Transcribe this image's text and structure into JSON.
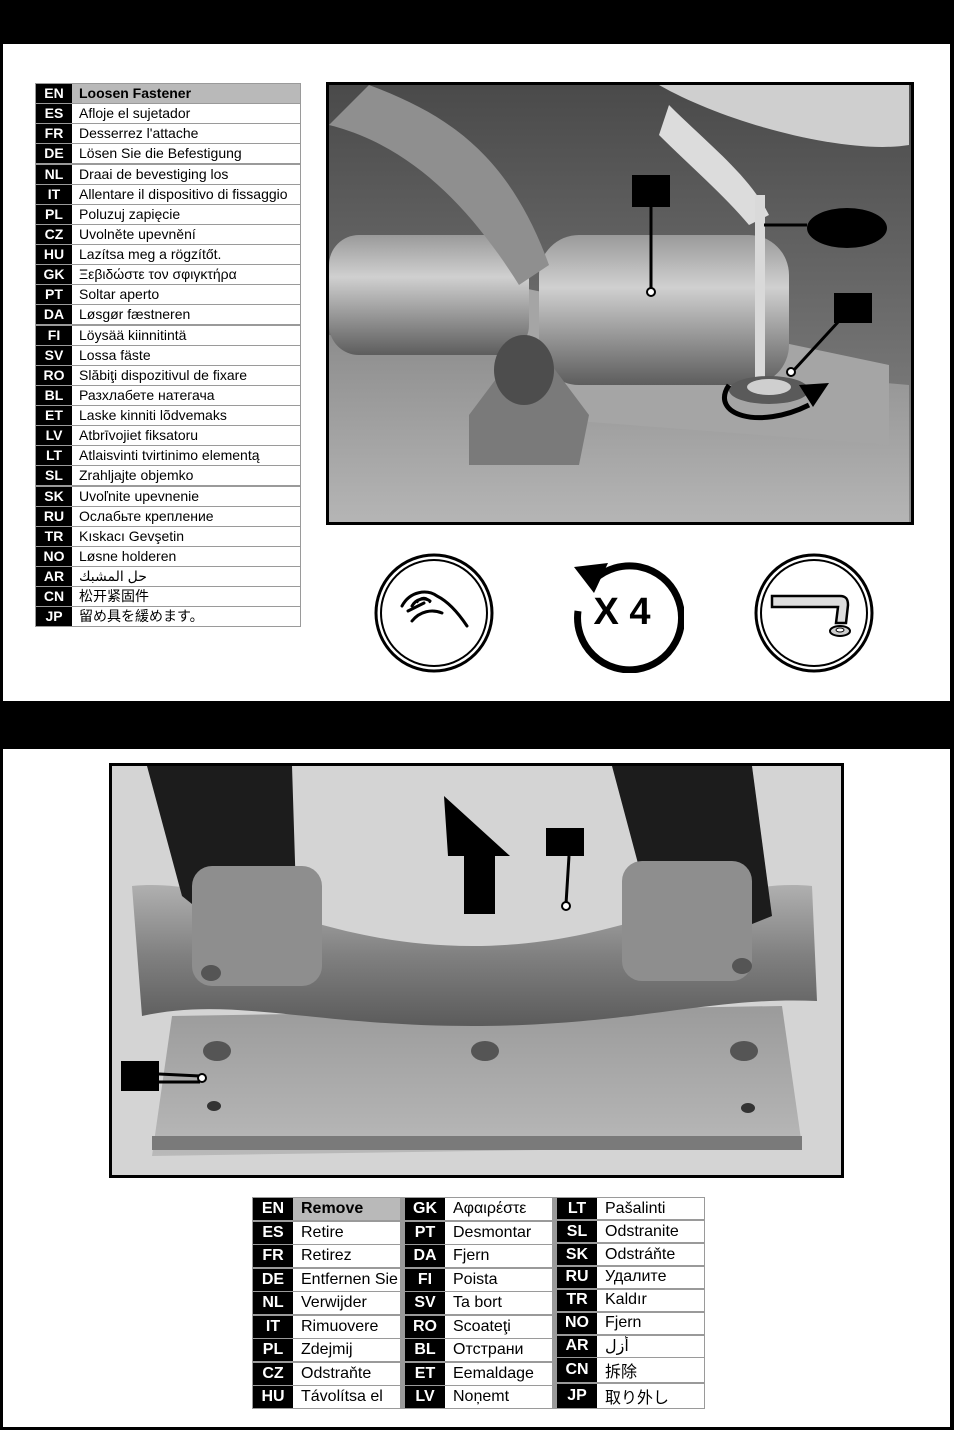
{
  "step1": {
    "languages": [
      {
        "code": "EN",
        "text": "Loosen Fastener"
      },
      {
        "code": "ES",
        "text": "Afloje el sujetador"
      },
      {
        "code": "FR",
        "text": "Desserrez l'attache"
      },
      {
        "code": "DE",
        "text": "Lösen Sie die Befestigung"
      },
      {
        "code": "NL",
        "text": "Draai de bevestiging los"
      },
      {
        "code": "IT",
        "text": "Allentare il dispositivo di fissaggio"
      },
      {
        "code": "PL",
        "text": "Poluzuj zapięcie"
      },
      {
        "code": "CZ",
        "text": "Uvolněte upevnění"
      },
      {
        "code": "HU",
        "text": "Lazítsa meg a rögzítőt."
      },
      {
        "code": "GK",
        "text": "Ξεβιδώστε τον σφιγκτήρα"
      },
      {
        "code": "PT",
        "text": "Soltar aperto"
      },
      {
        "code": "DA",
        "text": "Løsgør fæstneren"
      },
      {
        "code": "FI",
        "text": "Löysää kiinnitintä"
      },
      {
        "code": "SV",
        "text": "Lossa fäste"
      },
      {
        "code": "RO",
        "text": "Slăbiţi dispozitivul de fixare"
      },
      {
        "code": "BL",
        "text": "Разхлабете натегача"
      },
      {
        "code": "ET",
        "text": "Laske kinniti lõdvemaks"
      },
      {
        "code": "LV",
        "text": "Atbrīvojiet fiksatoru"
      },
      {
        "code": "LT",
        "text": "Atlaisvinti tvirtinimo elementą"
      },
      {
        "code": "SL",
        "text": "Zrahljajte objemko"
      },
      {
        "code": "SK",
        "text": "Uvoľnite upevnenie"
      },
      {
        "code": "RU",
        "text": "Ослабьте крепление"
      },
      {
        "code": "TR",
        "text": "Kıskacı Gevşetin"
      },
      {
        "code": "NO",
        "text": "Løsne holderen"
      },
      {
        "code": "AR",
        "text": "حل المشبك"
      },
      {
        "code": "CN",
        "text": "松开紧固件"
      },
      {
        "code": "JP",
        "text": "留め具を緩めます。"
      }
    ],
    "icons": {
      "hand": "hand-tighten-icon",
      "rotate": "rotate-counterclockwise-icon",
      "rotate_label": "X 4",
      "tool": "hex-key-icon"
    }
  },
  "step2": {
    "columns": [
      [
        {
          "code": "EN",
          "text": "Remove"
        },
        {
          "code": "ES",
          "text": "Retire"
        },
        {
          "code": "FR",
          "text": "Retirez"
        },
        {
          "code": "DE",
          "text": "Entfernen Sie"
        },
        {
          "code": "NL",
          "text": "Verwijder"
        },
        {
          "code": "IT",
          "text": "Rimuovere"
        },
        {
          "code": "PL",
          "text": "Zdejmij"
        },
        {
          "code": "CZ",
          "text": "Odstraňte"
        },
        {
          "code": "HU",
          "text": "Távolítsa el"
        }
      ],
      [
        {
          "code": "GK",
          "text": "Αφαιρέστε"
        },
        {
          "code": "PT",
          "text": "Desmontar"
        },
        {
          "code": "DA",
          "text": "Fjern"
        },
        {
          "code": "FI",
          "text": "Poista"
        },
        {
          "code": "SV",
          "text": "Ta bort"
        },
        {
          "code": "RO",
          "text": "Scoateţi"
        },
        {
          "code": "BL",
          "text": "Отстрани"
        },
        {
          "code": "ET",
          "text": "Eemaldage"
        },
        {
          "code": "LV",
          "text": "Noņemt"
        }
      ],
      [
        {
          "code": "LT",
          "text": "Pašalinti"
        },
        {
          "code": "SL",
          "text": "Odstranite"
        },
        {
          "code": "SK",
          "text": "Odstráňte"
        },
        {
          "code": "RU",
          "text": "Удалите"
        },
        {
          "code": "TR",
          "text": "Kaldır"
        },
        {
          "code": "NO",
          "text": "Fjern"
        },
        {
          "code": "AR",
          "text": "أزل"
        },
        {
          "code": "CN",
          "text": "拆除"
        },
        {
          "code": "JP",
          "text": "取り外し"
        }
      ]
    ]
  }
}
